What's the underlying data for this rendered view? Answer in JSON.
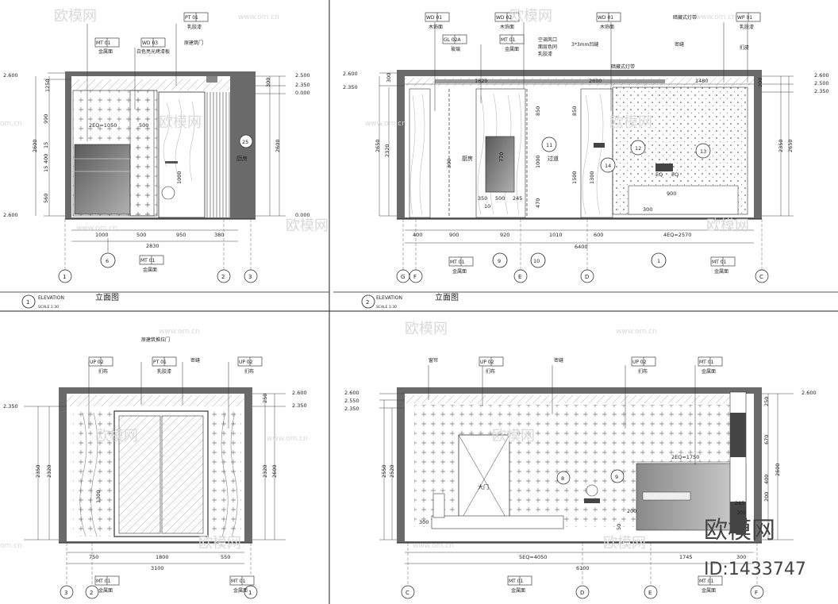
{
  "watermarks": {
    "brand": "欧模网",
    "url": "www.om.cn",
    "url_short": "om.cn",
    "id_text": "ID:1433747"
  },
  "titles": {
    "elev1_num": "1",
    "elev1_en": "ELEVATION",
    "elev1_cn": "立面图",
    "elev1_scale": "SCALE  1:30",
    "elev2_num": "2",
    "elev2_en": "ELEVATION",
    "elev2_cn": "立面图",
    "elev2_scale": "SCALE  1:30"
  },
  "elev1": {
    "tags": [
      "MT 01",
      "WD 03",
      "PT 01"
    ],
    "tag_notes": [
      "金属面",
      "白色亮光烤漆板",
      "乳胶漆",
      "原建筑门"
    ],
    "levels": [
      "2.600",
      "2.500",
      "2.350",
      "0.000",
      "2.600",
      "0.000"
    ],
    "left_dims": [
      "1250",
      "990",
      "15",
      "400",
      "15",
      "560",
      "2600"
    ],
    "right_dims": [
      "300",
      "2600"
    ],
    "inner_dims": [
      "2EQ=1050",
      "500",
      "1000"
    ],
    "bottom_dims": [
      "1000",
      "500",
      "950",
      "380",
      "2830"
    ],
    "room": "厨房",
    "callout": "25",
    "grids": [
      "1",
      "2",
      "3"
    ],
    "bottom_tag": "MT 01",
    "bottom_note": "金属面",
    "section_mark": "6"
  },
  "elev2": {
    "tags": [
      "WD 01",
      "GL 02A",
      "WD 02",
      "MT 01",
      "WD 01",
      "WP 01"
    ],
    "tag_notes": [
      "木饰面",
      "玻璃",
      "木饰面",
      "金属面",
      "木饰面",
      "乳胶漆",
      "扪皮",
      "空调风口",
      "面层色同",
      "乳胶漆",
      "3*3mm凹缝",
      "暗藏式灯带",
      "暗藏式灯带",
      "密缝"
    ],
    "levels": [
      "2.600",
      "2.350",
      "2.600",
      "2.500",
      "2.350"
    ],
    "top_dims": [
      "300",
      "1620",
      "2600",
      "1480",
      "200"
    ],
    "left_dims": [
      "2650",
      "2320"
    ],
    "right_dims": [
      "2350",
      "2650"
    ],
    "inner_dims": [
      "850",
      "770",
      "350",
      "500",
      "245",
      "1000",
      "470",
      "850",
      "1500",
      "1300",
      "900",
      "EQ",
      "EQ",
      "10",
      "300",
      "300"
    ],
    "bottom_dims": [
      "400",
      "900",
      "920",
      "1010",
      "600",
      "4EQ=2570",
      "6400"
    ],
    "rooms": [
      "厨房",
      "过道"
    ],
    "callouts": [
      "11",
      "12",
      "13",
      "14"
    ],
    "grids": [
      "G",
      "F",
      "E",
      "D",
      "C"
    ],
    "bottom_tags": [
      "MT 01",
      "MT 01"
    ],
    "bottom_notes": [
      "金属面",
      "金属面"
    ],
    "section_marks": [
      "9",
      "10",
      "1"
    ]
  },
  "elev3": {
    "tags": [
      "UP 02",
      "PT 01",
      "UP 02"
    ],
    "tag_notes": [
      "扪布",
      "乳胶漆",
      "扪布",
      "原建筑推拉门",
      "密缝"
    ],
    "levels": [
      "2.350",
      "2.600",
      "2.350"
    ],
    "left_dims": [
      "2350",
      "2320"
    ],
    "right_dims": [
      "250",
      "2320",
      "2600"
    ],
    "inner_dims": [
      "1300"
    ],
    "bottom_dims": [
      "750",
      "1800",
      "550",
      "3100"
    ],
    "grids": [
      "3",
      "2",
      "1"
    ],
    "bottom_tags": [
      "MT 01",
      "MT 01"
    ],
    "bottom_notes": [
      "金属面",
      "金属面"
    ]
  },
  "elev4": {
    "tags": [
      "UP 02",
      "UP 02",
      "MT 01"
    ],
    "tag_notes": [
      "窗帘",
      "扪布",
      "密缝",
      "扪布",
      "金属面"
    ],
    "levels": [
      "2.600",
      "2.550",
      "2.350",
      "2.600"
    ],
    "left_dims": [
      "2550",
      "2520"
    ],
    "right_dims": [
      "250",
      "670",
      "2600",
      "400",
      "200"
    ],
    "inner_dims": [
      "2EQ=1750",
      "265",
      "300",
      "200",
      "300",
      "50"
    ],
    "bottom_dims": [
      "5EQ=4050",
      "1745",
      "300",
      "6100"
    ],
    "room": "大门",
    "callouts": [
      "8",
      "9"
    ],
    "grids": [
      "C",
      "D",
      "E",
      "F"
    ],
    "bottom_tags": [
      "MT 01",
      "MT 01"
    ],
    "bottom_notes": [
      "金属面",
      "金属面"
    ]
  }
}
